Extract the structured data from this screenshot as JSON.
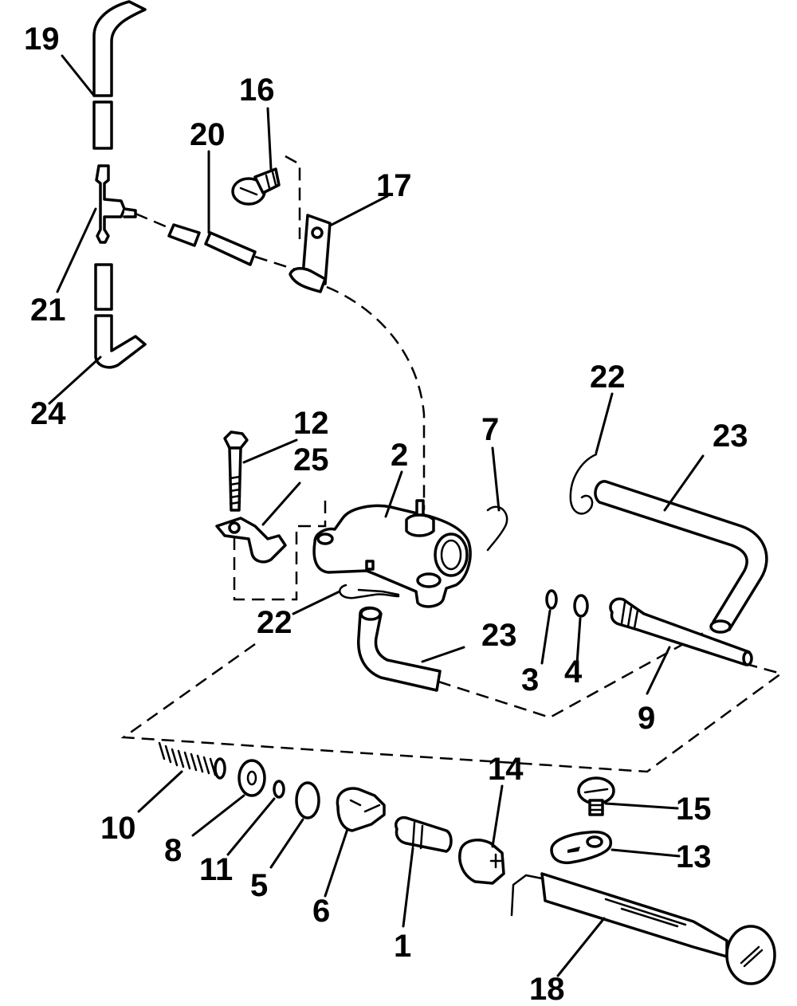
{
  "labels": {
    "l1": "1",
    "l2": "2",
    "l3": "3",
    "l4": "4",
    "l5": "5",
    "l6": "6",
    "l7": "7",
    "l8": "8",
    "l9": "9",
    "l10": "10",
    "l11": "11",
    "l12": "12",
    "l13": "13",
    "l14": "14",
    "l15": "15",
    "l16": "16",
    "l17": "17",
    "l18": "18",
    "l19": "19",
    "l20": "20",
    "l21": "21",
    "l22a": "22",
    "l22b": "22",
    "l23a": "23",
    "l23b": "23",
    "l24": "24",
    "l25": "25"
  }
}
